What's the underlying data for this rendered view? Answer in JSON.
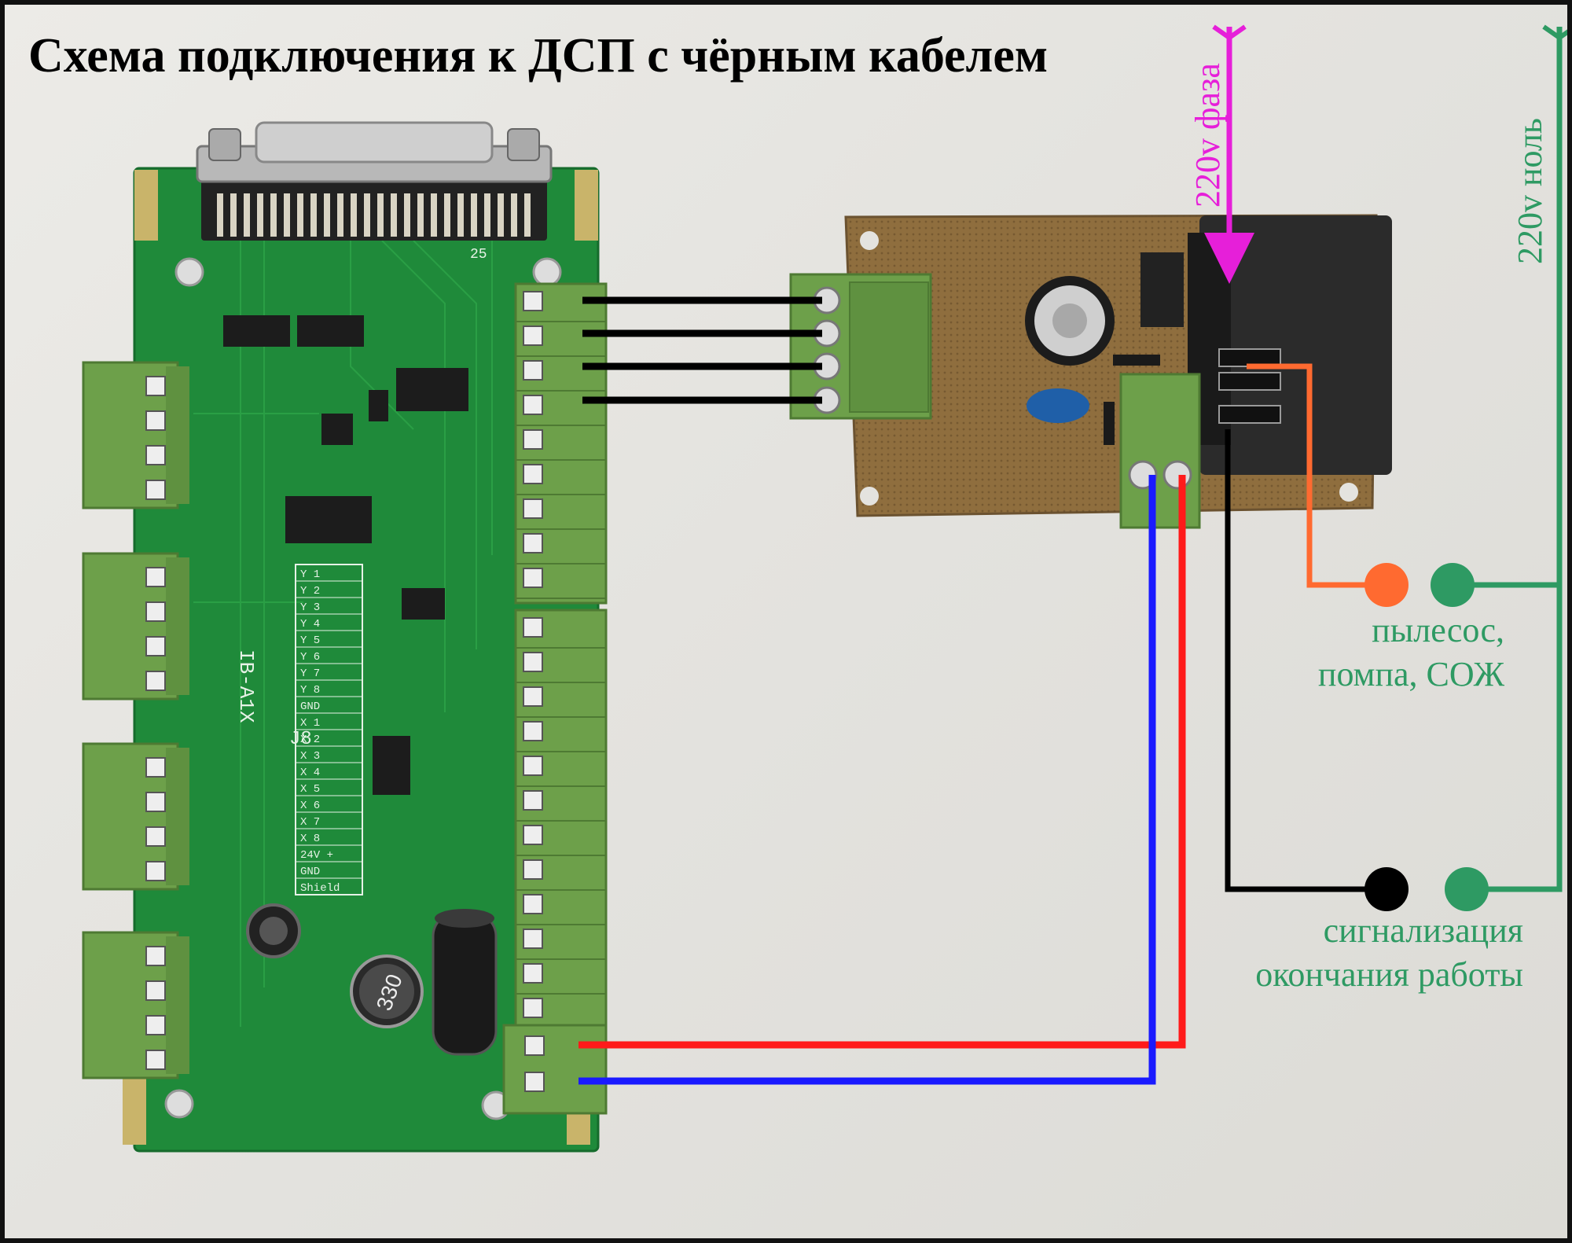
{
  "title": "Схема подключения к ДСП с чёрным кабелем",
  "labels": {
    "phase": "220v фаза",
    "neutral": "220v ноль",
    "vacuum_line1": "пылесос,",
    "vacuum_line2": "помпа, СОЖ",
    "signal_line1": "сигнализация",
    "signal_line2": "окончания работы"
  },
  "board": {
    "silkscreen": "IB-A1X",
    "connector_label": "J8",
    "pin_count_label": "25",
    "inductor_label": "330",
    "pin_table": [
      "Y 1",
      "Y 2",
      "Y 3",
      "Y 4",
      "Y 5",
      "Y 6",
      "Y 7",
      "Y 8",
      "GND",
      "X 1",
      "X 2",
      "X 3",
      "X 4",
      "X 5",
      "X 6",
      "X 7",
      "X 8",
      "24V +",
      "GND",
      "Shield"
    ]
  },
  "colors": {
    "phase": "#e61fd9",
    "neutral": "#2e9a63",
    "orange": "#ff6a30",
    "red": "#ff1a1a",
    "blue": "#1a1aff",
    "black": "#000000",
    "pcb": "#1f8a3a",
    "terminal": "#6da04a"
  }
}
